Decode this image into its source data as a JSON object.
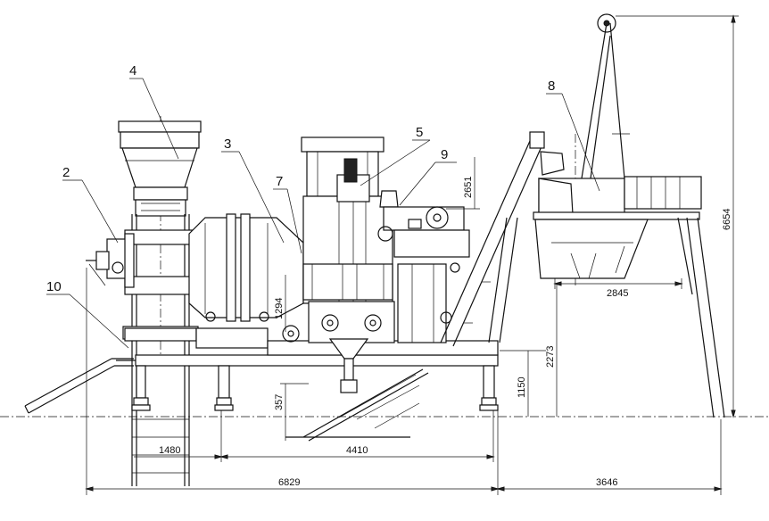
{
  "callouts": [
    "4",
    "2",
    "3",
    "7",
    "5",
    "9",
    "8",
    "10"
  ],
  "dimensions": {
    "d1480": "1480",
    "d4410": "4410",
    "d6829": "6829",
    "d3646": "3646",
    "d2845": "2845",
    "d2273": "2273",
    "d1150": "1150",
    "d357": "357",
    "d1294": "1294",
    "d2651": "2651",
    "d6654": "6654"
  }
}
